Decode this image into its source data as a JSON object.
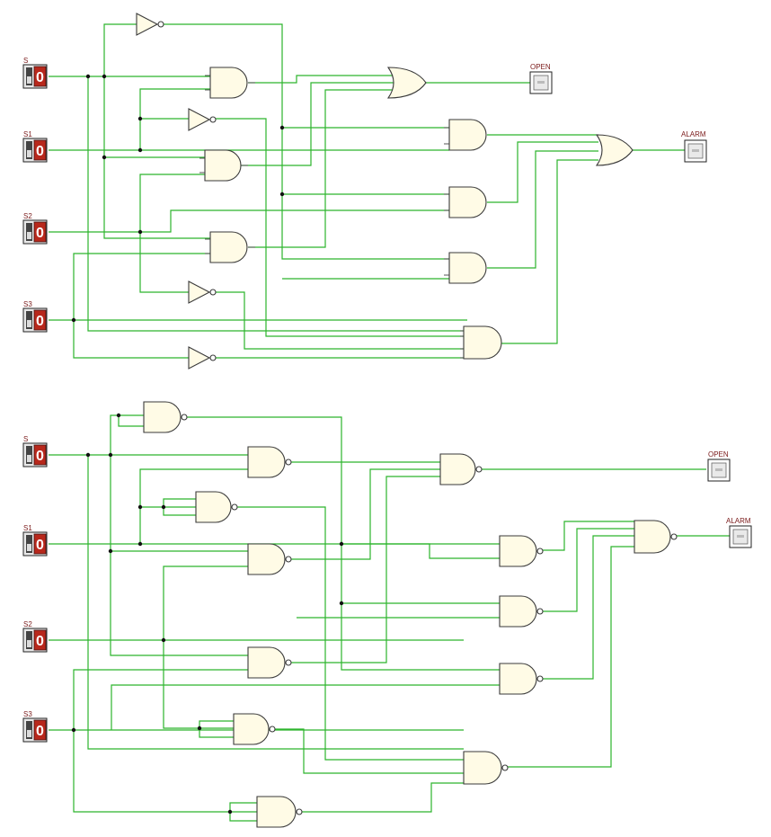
{
  "circuit_top": {
    "inputs": [
      {
        "label": "S",
        "value": "0"
      },
      {
        "label": "S1",
        "value": "0"
      },
      {
        "label": "S2",
        "value": "0"
      },
      {
        "label": "S3",
        "value": "0"
      }
    ],
    "outputs": [
      {
        "label": "OPEN"
      },
      {
        "label": "ALARM"
      }
    ]
  },
  "circuit_bottom": {
    "inputs": [
      {
        "label": "S",
        "value": "0"
      },
      {
        "label": "S1",
        "value": "0"
      },
      {
        "label": "S2",
        "value": "0"
      },
      {
        "label": "S3",
        "value": "0"
      }
    ],
    "outputs": [
      {
        "label": "OPEN"
      },
      {
        "label": "ALARM"
      }
    ]
  },
  "colors": {
    "wire": "#2cb52c",
    "gate_fill": "#fffbe6",
    "switch_led": "#b8281c",
    "label": "#7a1a1a"
  }
}
